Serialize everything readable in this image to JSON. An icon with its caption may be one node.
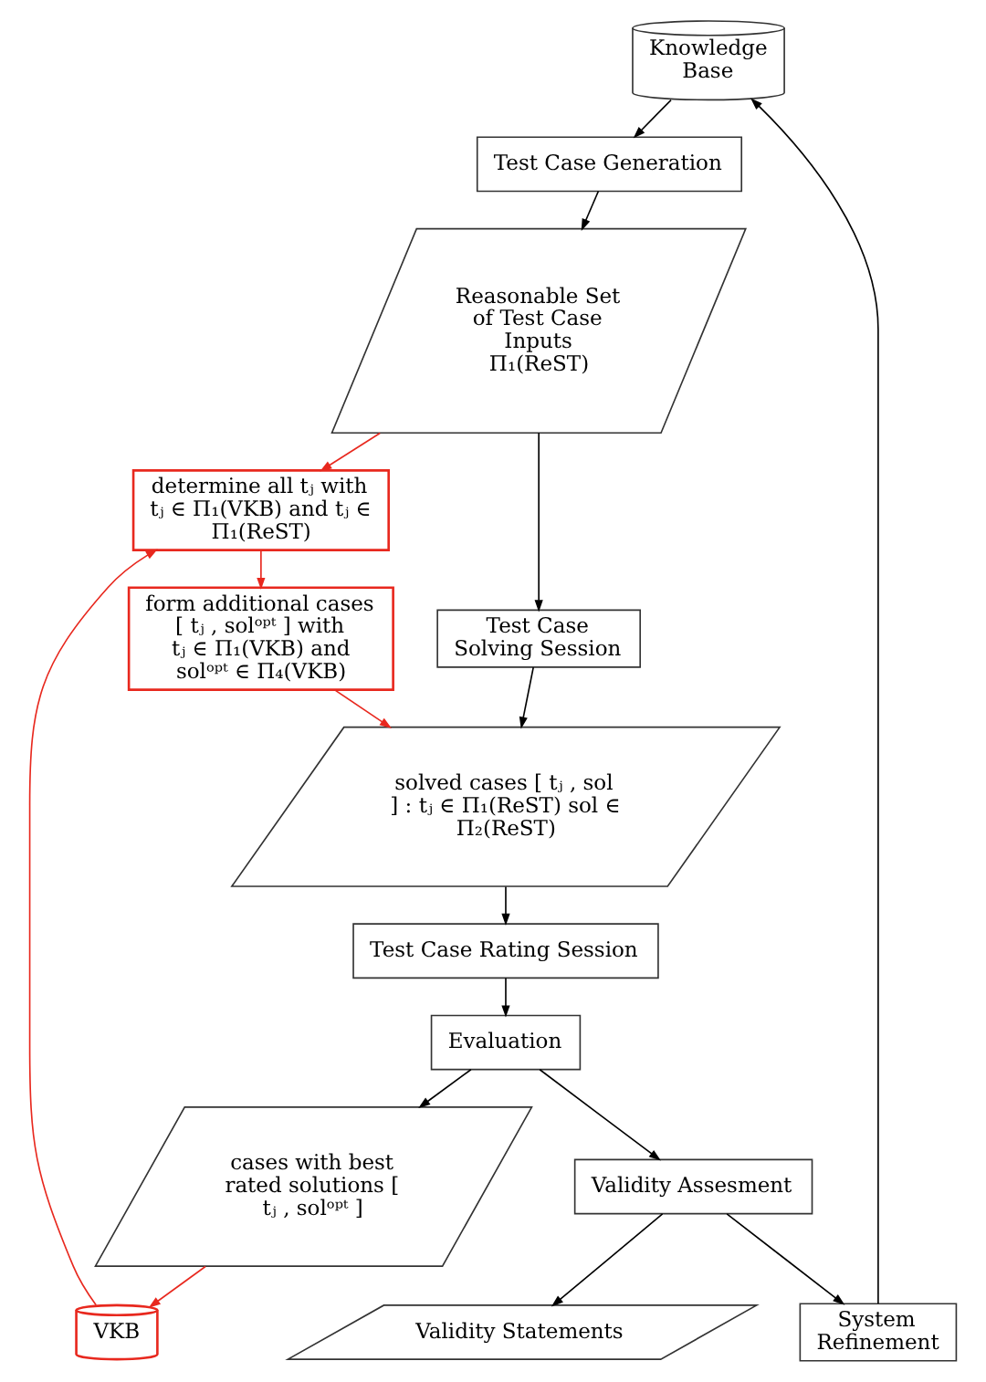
{
  "diagram": {
    "nodes": [
      {
        "text": [
          "Knowledge Base"
        ]
      },
      {
        "text": [
          "Test Case Generation"
        ]
      },
      {
        "text": [
          "Reasonable Set of Test Case Inputs Π₁(ReST)"
        ]
      },
      {
        "text": [
          "VKB"
        ]
      },
      {
        "text": [
          "determine all tⱼ with tⱼ ∈ Π₁(VKB) and tⱼ ∈ Π₁(ReST)"
        ]
      },
      {
        "text": [
          "Test Case Solving Session"
        ]
      },
      {
        "text": [
          "form additional cases [ tⱼ , solᵒᵖᵗ ] with tⱼ ∈ Π₁(VKB) and solᵒᵖᵗ ∈ Π₄(VKB)"
        ]
      },
      {
        "text": [
          "solved cases [ tⱼ , sol ] : tⱼ ∈ Π₁(ReST) sol ∈ Π₂(ReST)"
        ]
      },
      {
        "text": [
          "Test Case Rating Session"
        ]
      },
      {
        "text": [
          "Evaluation"
        ]
      },
      {
        "text": [
          "cases with best rated solutions [ tⱼ , solᵒᵖᵗ ]"
        ]
      },
      {
        "text": [
          "System Refinement"
        ]
      },
      {
        "text": [
          "Validity Assesment"
        ]
      },
      {
        "text": [
          "Validity Statements"
        ]
      }
    ],
    "edges": [
      {
        "from": 0,
        "to": 1,
        "arrow": "to"
      },
      {
        "from": 1,
        "to": 2,
        "arrow": "to"
      },
      {
        "from": 2,
        "to": 4,
        "arrow": "to",
        "color": "#e8281e"
      },
      {
        "from": 3,
        "to": 4,
        "arrow": "to",
        "color": "#e8281e"
      },
      {
        "from": 2,
        "to": 5,
        "arrow": "to"
      },
      {
        "from": 4,
        "to": 6,
        "arrow": "to",
        "color": "#e8281e"
      },
      {
        "from": 5,
        "to": 7,
        "arrow": "to"
      },
      {
        "from": 6,
        "to": 7,
        "arrow": "to",
        "color": "#e8281e"
      },
      {
        "from": 7,
        "to": 8,
        "arrow": "to"
      },
      {
        "from": 8,
        "to": 9,
        "arrow": "to"
      },
      {
        "from": 9,
        "to": 10,
        "arrow": "to"
      },
      {
        "from": 9,
        "to": 12,
        "arrow": "to"
      },
      {
        "from": 10,
        "to": 3,
        "arrow": "to",
        "color": "#e8281e"
      },
      {
        "from": 12,
        "to": 11,
        "arrow": "to"
      },
      {
        "from": 11,
        "to": 0,
        "arrow": "to"
      },
      {
        "from": 12,
        "to": 13,
        "arrow": "to"
      }
    ]
  }
}
